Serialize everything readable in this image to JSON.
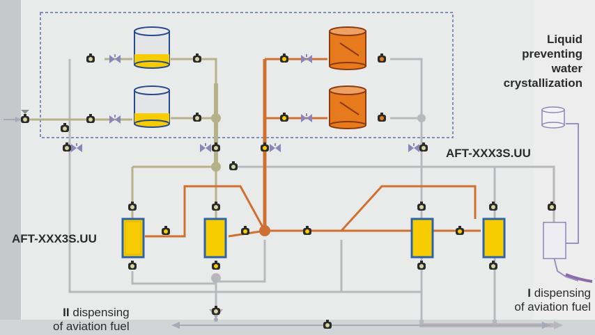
{
  "labels": {
    "liquid": [
      "Liquid",
      "preventing",
      "water",
      "crystallization"
    ],
    "filter_left": "AFT-XXX3S.UU",
    "filter_right": "AFT-XXX3S.UU",
    "dispense_one": {
      "roman": "I",
      "line1": "dispensing",
      "line2": "of aviation fuel"
    },
    "dispense_two": {
      "roman": "II",
      "line1": "dispensing",
      "line2": "of aviation fuel"
    }
  },
  "colors": {
    "panel": "#e9ebea",
    "background": "#b9bdc0",
    "olive_line": "#b5b28a",
    "orange_line": "#cf7030",
    "grey_line": "#b8b8bc",
    "violet_line": "#9a8fc0",
    "fuel_yellow": "#f7cc00",
    "tank_orange": "#e87a1e",
    "filter_frame": "#2c63a6",
    "dashed_box": "#5b6fb0"
  },
  "icons": [
    "valve-icon",
    "flow-meter-icon",
    "tank-icon",
    "filter-icon",
    "junction-icon",
    "arrow-icon"
  ]
}
